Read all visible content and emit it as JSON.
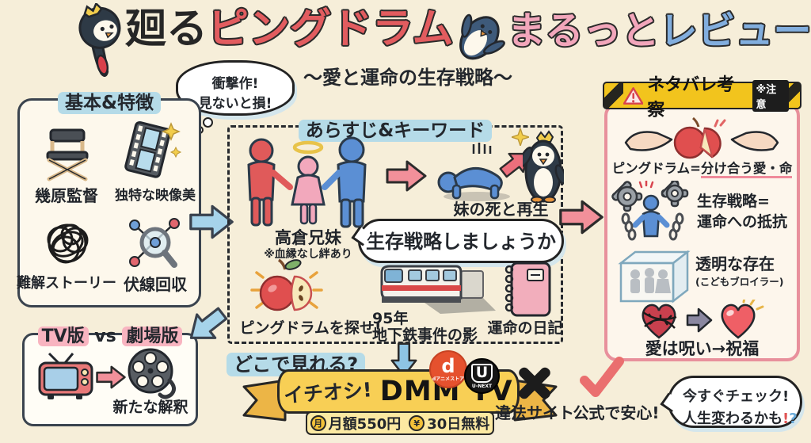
{
  "colors": {
    "bg": "#f6eed9",
    "title_red": "#e25c5f",
    "title_pink": "#f2a6bb",
    "title_blue": "#82aede",
    "highlight_blue": "#b5dbe8",
    "highlight_pink": "#f8b4c0",
    "spoiler_border": "#e8909c",
    "hazard_yellow": "#f2c41d",
    "banner_yellow": "#f8cf55",
    "danime_orange": "#e5512e",
    "unext_black": "#151515",
    "check_red": "#ea6f6f",
    "arrow_blue": "#a6d3ea",
    "arrow_pink": "#f2909a"
  },
  "header": {
    "title_part1": "廻る",
    "title_part2": "ピングドラム",
    "title_part3": "まるっと",
    "title_part4": "レビュー!",
    "subtitle": "〜愛と運命の生存戦略〜"
  },
  "shock_bubble": {
    "line1": "衝撃作!",
    "line2": "見ないと損!"
  },
  "basics": {
    "title": "基本&特徴",
    "items": [
      {
        "label": "幾原監督",
        "icon": "director-chair-icon"
      },
      {
        "label": "独特な映像美",
        "icon": "film-strip-icon"
      },
      {
        "label": "難解ストーリー",
        "icon": "tangled-line-icon"
      },
      {
        "label": "伏線回収",
        "icon": "magnifier-network-icon"
      }
    ]
  },
  "synopsis": {
    "title": "あらすじ&キーワード",
    "family": {
      "label": "高倉兄妹",
      "note": "※血縁なし絆あり"
    },
    "rebirth": {
      "label": "妹の死と再生"
    },
    "quote": "生存戦略しましょうか",
    "keywords": {
      "apple": "ピングドラムを探せ!",
      "train_line1": "95年",
      "train_line2": "地下鉄事件の影",
      "diary": "運命の日記"
    }
  },
  "spoiler": {
    "title": "ネタバレ考察",
    "caution": "※注意",
    "item1": {
      "prefix": "ピングドラム=",
      "underlined": "分け合う愛・命"
    },
    "item2": {
      "line1": "生存戦略=",
      "line2": "運命への抵抗"
    },
    "item3": {
      "line1": "透明な存在",
      "line2": "(こどもブロイラー)"
    },
    "item4": {
      "label": "愛は呪い→祝福"
    }
  },
  "tv_vs_movie": {
    "title_tv": "TV版",
    "title_vs": "vs",
    "title_movie": "劇場版",
    "caption": "新たな解釈"
  },
  "watch": {
    "heading": "どこで見れる?",
    "banner_tag": "イチオシ!",
    "banner_brand": "DMM TV",
    "price_icon": "月",
    "price": "月額550円",
    "free_icon": "¥",
    "free": "30日無料",
    "danime_letter": "d",
    "danime_name": "dアニメストア",
    "unext_letter": "U",
    "unext_name": "U-NEXT"
  },
  "legality": {
    "illegal": "違法サイト",
    "official": "公式で安心!"
  },
  "cta": {
    "line1": "今すぐチェック!",
    "line2": "人生変わるかも",
    "bang": "!",
    "question": "?"
  }
}
